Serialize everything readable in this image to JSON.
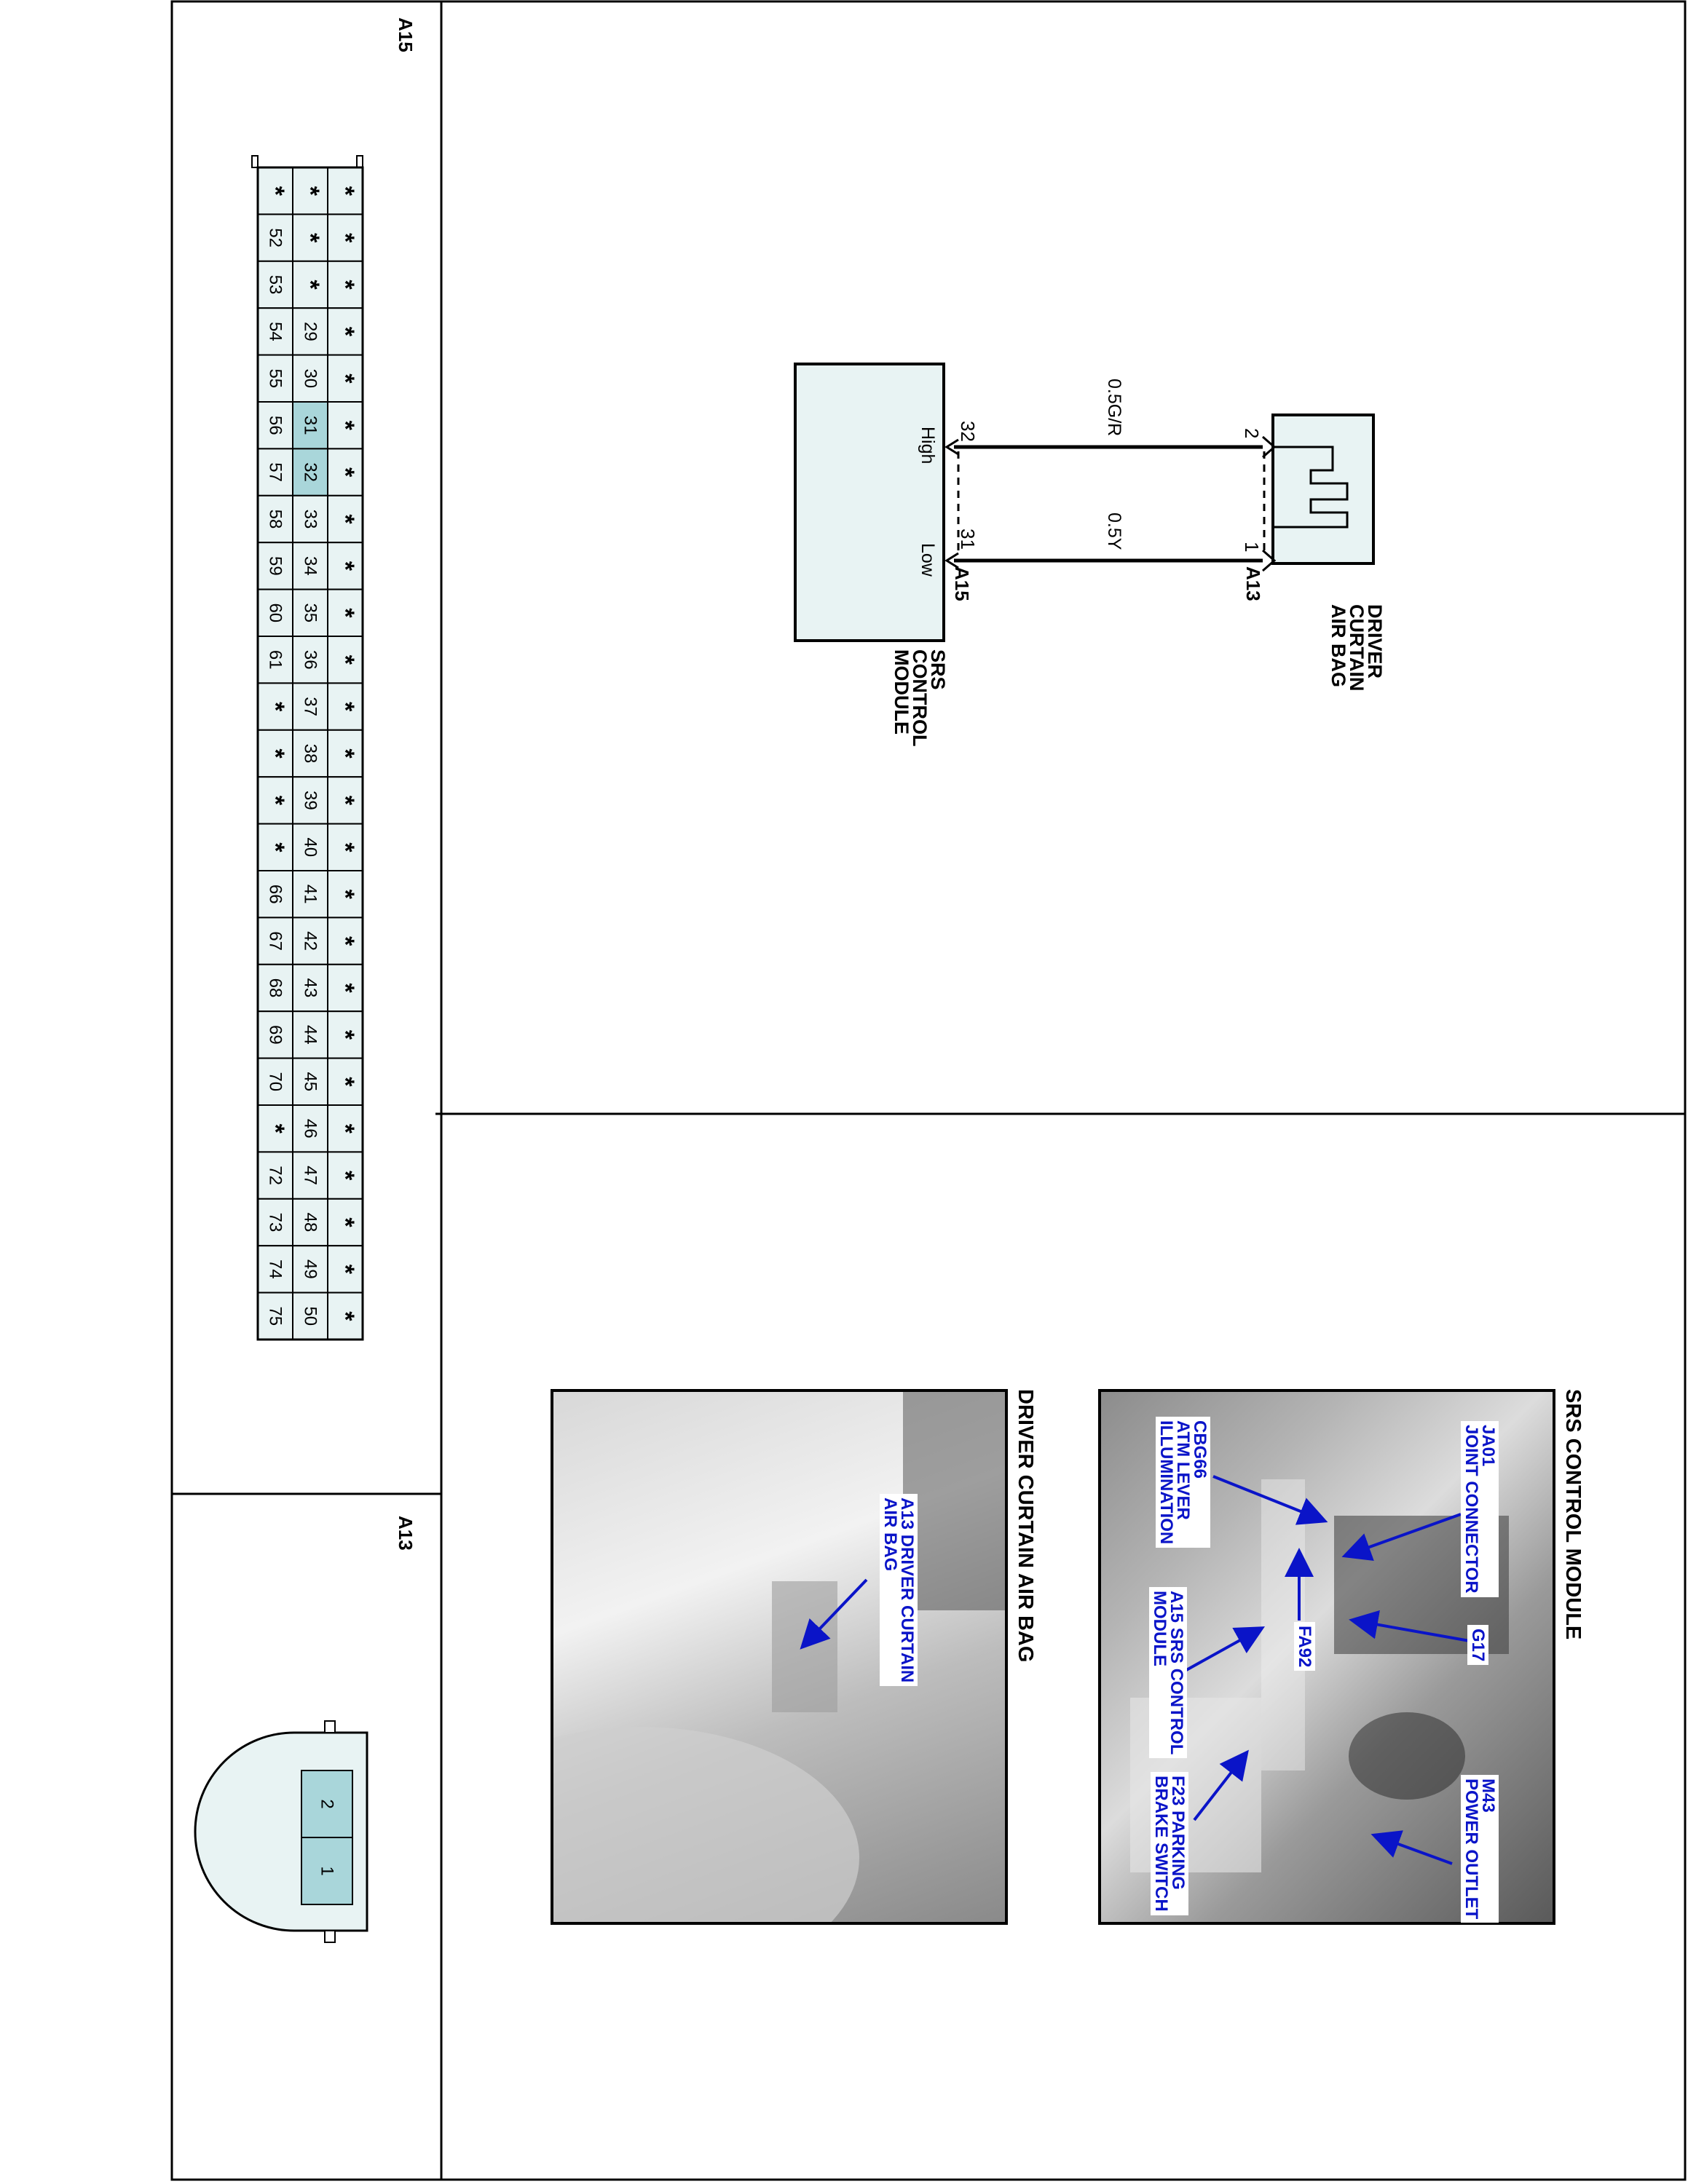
{
  "panels": {
    "a15_title": "A15",
    "a13_title": "A13"
  },
  "schematic": {
    "airbag_label": "DRIVER\nCURTAIN\nAIR BAG",
    "module_label": "SRS\nCONTROL\nMODULE",
    "airbag_connector": "A13",
    "module_connector": "A15",
    "airbag_pin_high": "2",
    "airbag_pin_low": "1",
    "module_pin_high": "32",
    "module_pin_low": "31",
    "wire_high_spec": "0.5G/R",
    "wire_low_spec": "0.5Y",
    "module_high_label": "High",
    "module_low_label": "Low"
  },
  "photos": {
    "srs_title": "SRS CONTROL MODULE",
    "curtain_title": "DRIVER CURTAIN AIR BAG",
    "srs_callouts": [
      "JA01\nJOINT CONNECTOR",
      "G17",
      "M43\nPOWER OUTLET",
      "CBG66\nATM LEVER\nILLUMINATION",
      "FA92",
      "A15 SRS CONTROL\nMODULE",
      "F23 PARKING\nBRAKE SWITCH"
    ],
    "curtain_callouts": [
      "A13 DRIVER CURTAIN\nAIR BAG"
    ]
  },
  "connector_a15": {
    "outer_row": [
      "*",
      "*",
      "*",
      "*",
      "*",
      "*",
      "*",
      "*",
      "*",
      "*",
      "*",
      "*",
      "*",
      "*",
      "*",
      "*",
      "*",
      "*",
      "*",
      "*",
      "*",
      "*",
      "*",
      "*",
      "*"
    ],
    "middle_row": [
      "*",
      "*",
      "*",
      "29",
      "30",
      "31",
      "32",
      "33",
      "34",
      "35",
      "36",
      "37",
      "38",
      "39",
      "40",
      "41",
      "42",
      "43",
      "44",
      "45",
      "46",
      "47",
      "48",
      "49",
      "50"
    ],
    "inner_row": [
      "*",
      "52",
      "53",
      "54",
      "55",
      "56",
      "57",
      "58",
      "59",
      "60",
      "61",
      "*",
      "*",
      "*",
      "*",
      "66",
      "67",
      "68",
      "69",
      "70",
      "*",
      "72",
      "73",
      "74",
      "75"
    ],
    "highlighted": [
      "31",
      "32"
    ]
  },
  "connector_a13": {
    "pins": [
      "2",
      "1"
    ]
  },
  "colors": {
    "cell_fill": "#e8f3f3",
    "highlight_fill": "#a9d6da",
    "callout_text": "#0a14c8",
    "line": "#000000"
  }
}
